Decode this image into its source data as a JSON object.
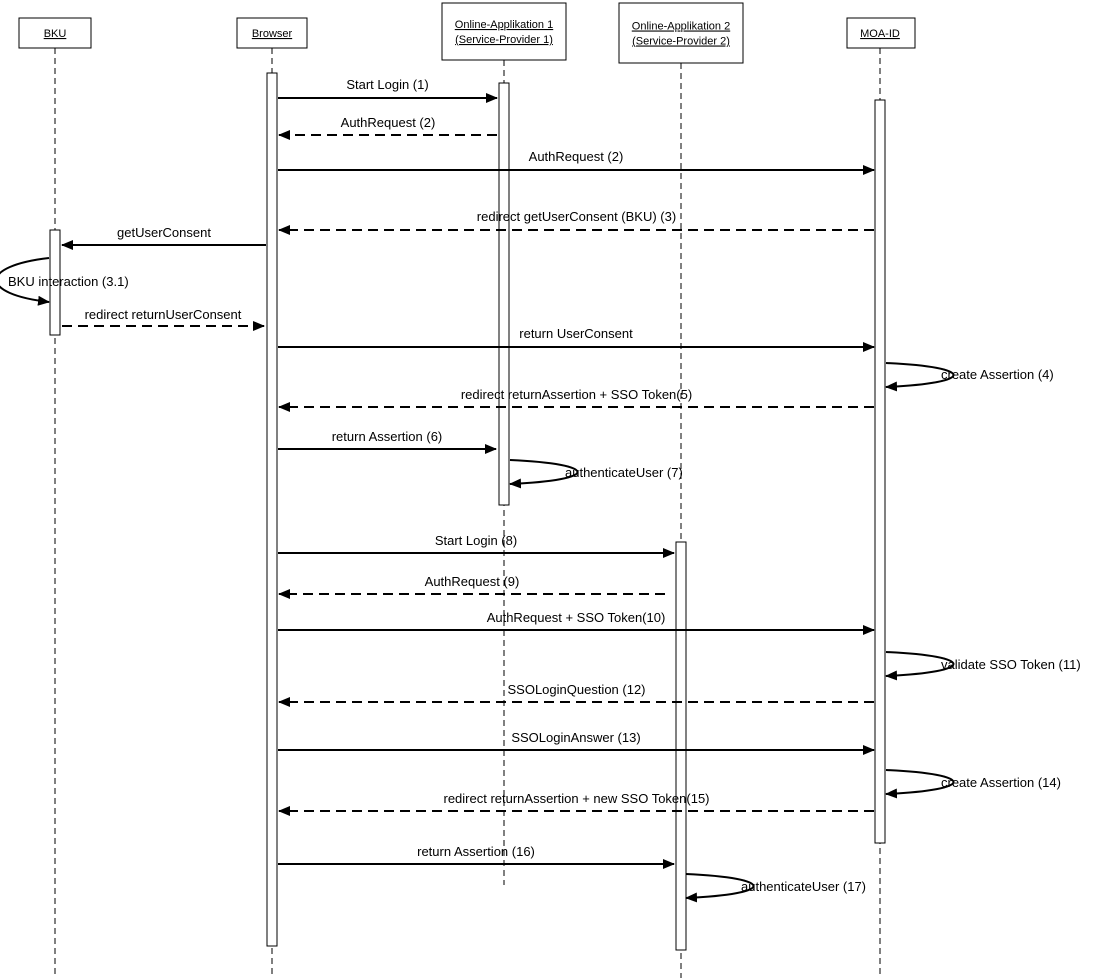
{
  "participants": [
    {
      "id": "bku",
      "lines": [
        "BKU"
      ]
    },
    {
      "id": "browser",
      "lines": [
        "Browser"
      ]
    },
    {
      "id": "oa1",
      "lines": [
        "Online-Applikation 1",
        "(Service-Provider 1)"
      ]
    },
    {
      "id": "oa2",
      "lines": [
        "Online-Applikation 2",
        "(Service-Provider 2)"
      ]
    },
    {
      "id": "moa",
      "lines": [
        "MOA-ID"
      ]
    }
  ],
  "messages": [
    {
      "label": "Start Login (1)",
      "from": "browser",
      "to": "oa1",
      "style": "solid"
    },
    {
      "label": "AuthRequest (2)",
      "from": "oa1",
      "to": "browser",
      "style": "dashed"
    },
    {
      "label": "AuthRequest (2)",
      "from": "browser",
      "to": "moa",
      "style": "solid"
    },
    {
      "label": "redirect getUserConsent (BKU) (3)",
      "from": "moa",
      "to": "browser",
      "style": "dashed"
    },
    {
      "label": "getUserConsent",
      "from": "browser",
      "to": "bku",
      "style": "solid"
    },
    {
      "label": "BKU interaction (3.1)",
      "from": "bku",
      "to": "bku",
      "style": "self"
    },
    {
      "label": "redirect returnUserConsent",
      "from": "bku",
      "to": "browser",
      "style": "dashed"
    },
    {
      "label": "return UserConsent",
      "from": "browser",
      "to": "moa",
      "style": "solid"
    },
    {
      "label": "create Assertion (4)",
      "from": "moa",
      "to": "moa",
      "style": "self"
    },
    {
      "label": "redirect returnAssertion + SSO Token(5)",
      "from": "moa",
      "to": "browser",
      "style": "dashed"
    },
    {
      "label": "return Assertion (6)",
      "from": "browser",
      "to": "oa1",
      "style": "solid"
    },
    {
      "label": "authenticateUser (7)",
      "from": "oa1",
      "to": "oa1",
      "style": "self"
    },
    {
      "label": "Start Login (8)",
      "from": "browser",
      "to": "oa2",
      "style": "solid"
    },
    {
      "label": "AuthRequest (9)",
      "from": "oa2",
      "to": "browser",
      "style": "dashed"
    },
    {
      "label": "AuthRequest + SSO Token(10)",
      "from": "browser",
      "to": "moa",
      "style": "solid"
    },
    {
      "label": "validate SSO Token (11)",
      "from": "moa",
      "to": "moa",
      "style": "self"
    },
    {
      "label": "SSOLoginQuestion (12)",
      "from": "moa",
      "to": "browser",
      "style": "dashed"
    },
    {
      "label": "SSOLoginAnswer (13)",
      "from": "browser",
      "to": "moa",
      "style": "solid"
    },
    {
      "label": "create Assertion (14)",
      "from": "moa",
      "to": "moa",
      "style": "self"
    },
    {
      "label": "redirect returnAssertion + new SSO Token(15)",
      "from": "moa",
      "to": "browser",
      "style": "dashed"
    },
    {
      "label": "return Assertion (16)",
      "from": "browser",
      "to": "oa2",
      "style": "solid"
    },
    {
      "label": "authenticateUser (17)",
      "from": "oa2",
      "to": "oa2",
      "style": "self"
    }
  ]
}
